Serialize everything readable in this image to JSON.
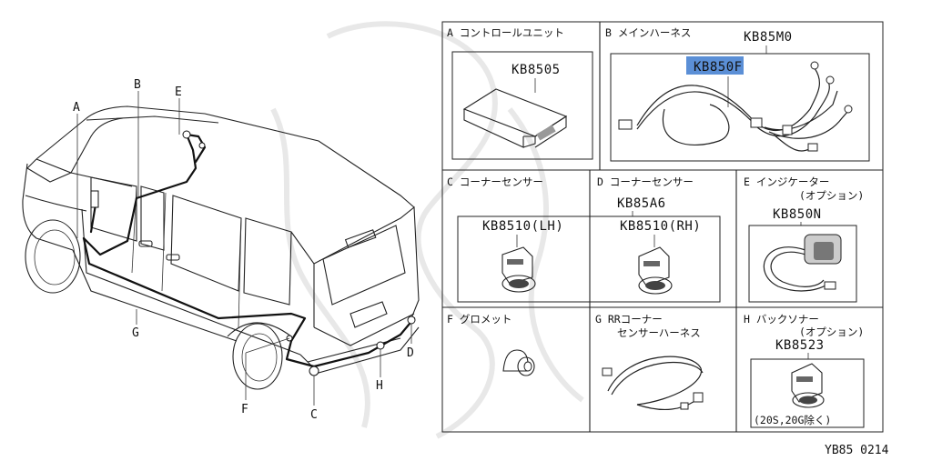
{
  "vehicle_labels": {
    "a": "A",
    "b": "B",
    "c": "C",
    "d": "D",
    "e": "E",
    "f": "F",
    "g": "G",
    "h": "H"
  },
  "panels": {
    "a": {
      "title": "A コントロールユニット",
      "part": "KB8505"
    },
    "b": {
      "title": "B メインハーネス",
      "part_main": "KB85M0",
      "part_highlight": "KB850F"
    },
    "c": {
      "title": "C コーナーセンサー",
      "part": "KB8510(LH)"
    },
    "d": {
      "title": "D コーナーセンサー",
      "part_group": "KB85A6",
      "part": "KB8510(RH)"
    },
    "e": {
      "title": "E インジケーター",
      "subtitle": "(オプション)",
      "part": "KB850N"
    },
    "f": {
      "title": "F グロメット"
    },
    "g": {
      "title": "G RRコーナー",
      "subtitle": "センサーハーネス"
    },
    "h": {
      "title": "H バックソナー",
      "subtitle": "(オプション)",
      "part": "KB8523",
      "note": "(20S,20G除く)"
    }
  },
  "footer_code": "YB85 0214",
  "colors": {
    "highlight": "#5b8fd6",
    "line": "#222222"
  }
}
